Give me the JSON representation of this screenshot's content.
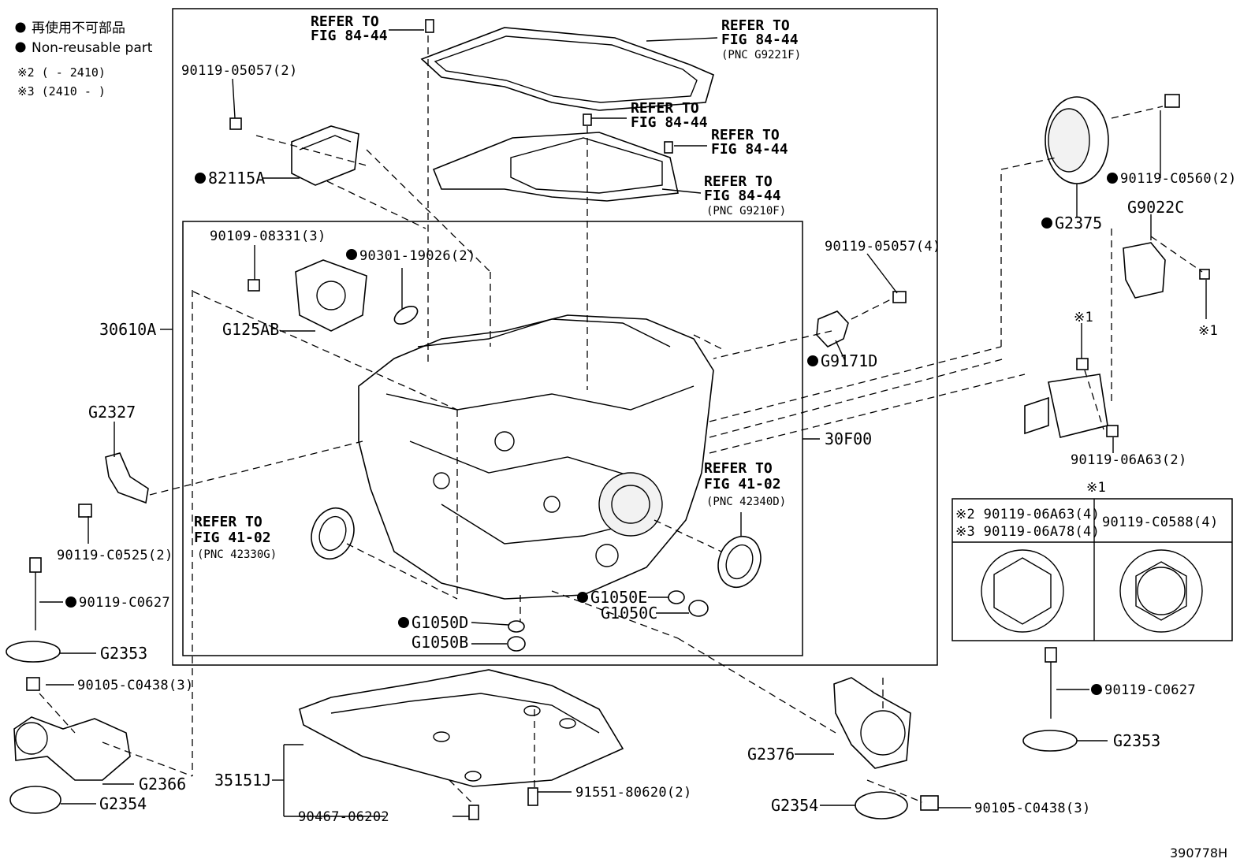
{
  "legend": {
    "jp_label": "再使用不可部品",
    "en_label": "Non-reusable part",
    "note2": "※2 (      - 2410)",
    "note3": "※3 (2410 -      )"
  },
  "figure_id": "390778H",
  "refer_to_fig_84_44": "REFER TO",
  "fig_84_44": "FIG 84-44",
  "refer_to_fig_41_02": "REFER TO",
  "fig_41_02": "FIG 41-02",
  "pnc": {
    "g9221f": "(PNC G9221F)",
    "g9210f": "(PNC G9210F)",
    "p42340d": "(PNC 42340D)",
    "p42330g": "(PNC 42330G)"
  },
  "parts": {
    "p90119_05057_2": "90119-05057(2)",
    "p82115a": "82115A",
    "p90109_08331": "90109-08331(3)",
    "p90301_19026": "90301-19026(2)",
    "p30610a": "30610A",
    "g125ab": "G125AB",
    "g2327": "G2327",
    "p90119_c0525": "90119-C0525(2)",
    "p90119_c0627_left": "90119-C0627",
    "g2353_left": "G2353",
    "p90105_c0438_left": "90105-C0438(3)",
    "g2366": "G2366",
    "g2354_left": "G2354",
    "p35151j": "35151J",
    "p90467_06202": "90467-06202",
    "p91551_80620": "91551-80620(2)",
    "g1050d": "G1050D",
    "g1050b": "G1050B",
    "g1050e": "G1050E",
    "g1050c": "G1050C",
    "p30f00": "30F00",
    "p90119_05057_4": "90119-05057(4)",
    "g9171d": "G9171D",
    "p90119_c0560": "90119-C0560(2)",
    "g2375": "G2375",
    "g9022c": "G9022C",
    "mark1_a": "※1",
    "mark1_b": "※1",
    "p90119_06a63_2": "90119-06A63(2)",
    "mark1_c": "※1",
    "g2376": "G2376",
    "g2354_right": "G2354",
    "p90105_c0438_right": "90105-C0438(3)",
    "p90119_c0627_right": "90119-C0627",
    "g2353_right": "G2353"
  },
  "table": {
    "row1_left": "※2 90119-06A63(4)",
    "row2_left": "※3 90119-06A78(4)",
    "right": "90119-C0588(4)"
  }
}
